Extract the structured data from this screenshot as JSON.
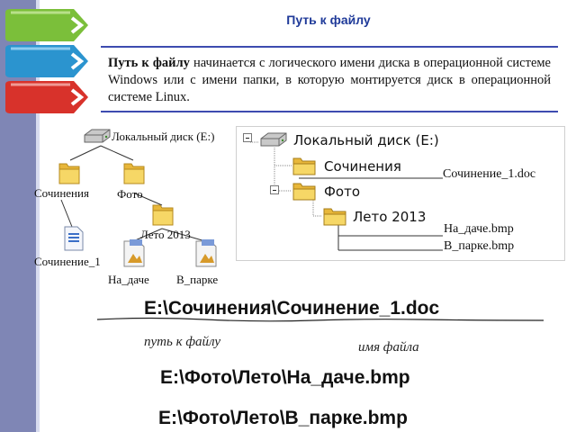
{
  "title": "Путь к файлу",
  "intro": {
    "term": "Путь к файлу",
    "text": " начинается с логического имени диска в операционной системе Windows или с имени папки, в которую монтируется диск в операционной системе Linux."
  },
  "tree_diagram": {
    "disk": "Локальный диск (E:)",
    "folder1": "Сочинения",
    "folder2": "Фото",
    "folder3": "Лето 2013",
    "file1": "Сочинение_1",
    "file2": "На_даче",
    "file3": "В_парке"
  },
  "explorer": {
    "disk": "Локальный диск (E:)",
    "folder1": "Сочинения",
    "folder2": "Фото",
    "folder3": "Лето 2013",
    "file1": "Сочинение_1.doc",
    "file2": "На_даче.bmp",
    "file3": "В_парке.bmp"
  },
  "paths": {
    "path1": "E:\\Сочинения\\Сочинение_1.doc",
    "path2": "E:\\Фото\\Лето\\На_даче.bmp",
    "path3": "E:\\Фото\\Лето\\В_парке.bmp"
  },
  "captions": {
    "path_label": "путь к файлу",
    "name_label": "имя файла"
  },
  "colors": {
    "tab_green": "#7bbf3a",
    "tab_blue": "#2b94cf",
    "tab_red": "#d8322b",
    "title_blue": "#1f3a99",
    "folder_yellow": "#f3cf57"
  }
}
